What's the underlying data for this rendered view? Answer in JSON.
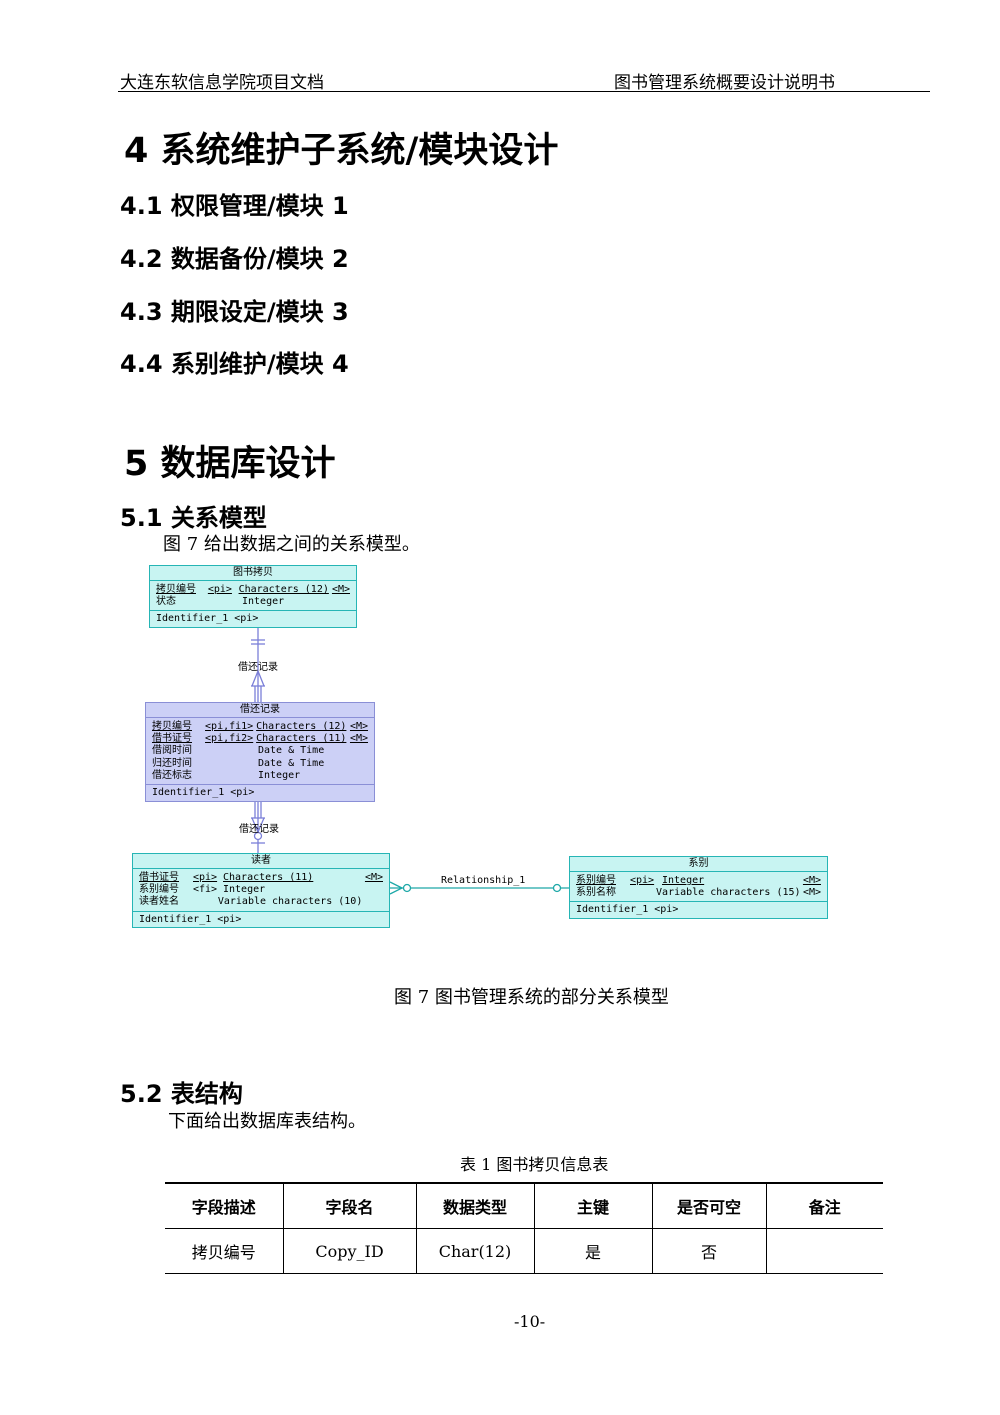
{
  "header": {
    "left": "大连东软信息学院项目文档",
    "right": "图书管理系统概要设计说明书"
  },
  "sections": {
    "s4_title": "4 系统维护子系统/模块设计",
    "s4_1": "4.1  权限管理/模块 1",
    "s4_2": "4.2  数据备份/模块 2",
    "s4_3": "4.3  期限设定/模块 3",
    "s4_4": "4.4  系别维护/模块 4",
    "s5_title": "5 数据库设计",
    "s5_1": "5.1  关系模型",
    "s5_1_text": "图 7 给出数据之间的关系模型。",
    "s5_2": "5.2  表结构",
    "s5_2_text": "下面给出数据库表结构。"
  },
  "diagram": {
    "copy_entity": {
      "title": "图书拷贝",
      "rows": [
        {
          "name": "拷贝编号",
          "key": "<pi>",
          "type": "Characters (12)",
          "m": "<M>",
          "underline": true
        },
        {
          "name": "状态",
          "key": "",
          "type": "Integer",
          "m": "",
          "underline": false
        }
      ],
      "identifier": "Identifier_1  <pi>"
    },
    "record_entity": {
      "title": "借还记录",
      "rows": [
        {
          "name": "拷贝编号",
          "key": "<pi,fi1>",
          "type": "Characters (12)",
          "m": "<M>",
          "underline": true
        },
        {
          "name": "借书证号",
          "key": "<pi,fi2>",
          "type": "Characters (11)",
          "m": "<M>",
          "underline": true
        },
        {
          "name": "借阅时间",
          "key": "",
          "type": "Date & Time",
          "m": "",
          "underline": false
        },
        {
          "name": "归还时间",
          "key": "",
          "type": "Date & Time",
          "m": "",
          "underline": false
        },
        {
          "name": "借还标志",
          "key": "",
          "type": "Integer",
          "m": "",
          "underline": false
        }
      ],
      "identifier": "Identifier_1  <pi>"
    },
    "reader_entity": {
      "title": "读者",
      "rows": [
        {
          "name": "借书证号",
          "key": "<pi>",
          "type": "Characters (11)",
          "m": "<M>",
          "underline": true
        },
        {
          "name": "系别编号",
          "key": "<fi>",
          "type": "Integer",
          "m": "",
          "underline": false
        },
        {
          "name": "读者姓名",
          "key": "",
          "type": "Variable characters (10)",
          "m": "",
          "underline": false
        }
      ],
      "identifier": "Identifier_1  <pi>"
    },
    "dept_entity": {
      "title": "系别",
      "rows": [
        {
          "name": "系别编号",
          "key": "<pi>",
          "type": "Integer",
          "m": "<M>",
          "underline": true
        },
        {
          "name": "系别名称",
          "key": "",
          "type": "Variable characters (15)",
          "m": "<M>",
          "underline": false
        }
      ],
      "identifier": "Identifier_1  <pi>"
    },
    "rel1_label": "借还记录",
    "rel2_label": "借还记录",
    "rel3_label": "Relationship_1",
    "caption": "图 7  图书管理系统的部分关系模型"
  },
  "table": {
    "caption": "表 1  图书拷贝信息表",
    "headers": [
      "字段描述",
      "字段名",
      "数据类型",
      "主键",
      "是否可空",
      "备注"
    ],
    "rows": [
      [
        "拷贝编号",
        "Copy_ID",
        "Char(12)",
        "是",
        "否",
        ""
      ]
    ]
  },
  "footer": {
    "page": "-10-"
  }
}
